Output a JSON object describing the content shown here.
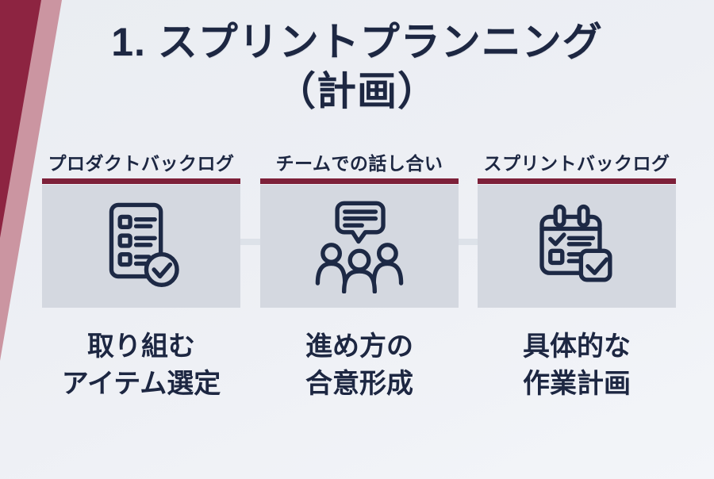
{
  "page": {
    "title_line1": "1. スプリントプランニング",
    "title_line2": "（計画）"
  },
  "columns": [
    {
      "header": "プロダクトバックログ",
      "icon": "checklist-check-icon",
      "caption_line1": "取り組む",
      "caption_line2": "アイテム選定"
    },
    {
      "header": "チームでの話し合い",
      "icon": "team-discussion-icon",
      "caption_line1": "進め方の",
      "caption_line2": "合意形成"
    },
    {
      "header": "スプリントバックログ",
      "icon": "calendar-check-icon",
      "caption_line1": "具体的な",
      "caption_line2": "作業計画"
    }
  ],
  "colors": {
    "background": "#edeff4",
    "text": "#1d2742",
    "accent_bar": "#7d2039",
    "diagonal_dark": "#8d2441",
    "diagonal_pink": "#cb95a1",
    "icon_box_fill": "#d4d8e0",
    "icon_stroke": "#1d2945",
    "connector": "#dde2e9"
  }
}
